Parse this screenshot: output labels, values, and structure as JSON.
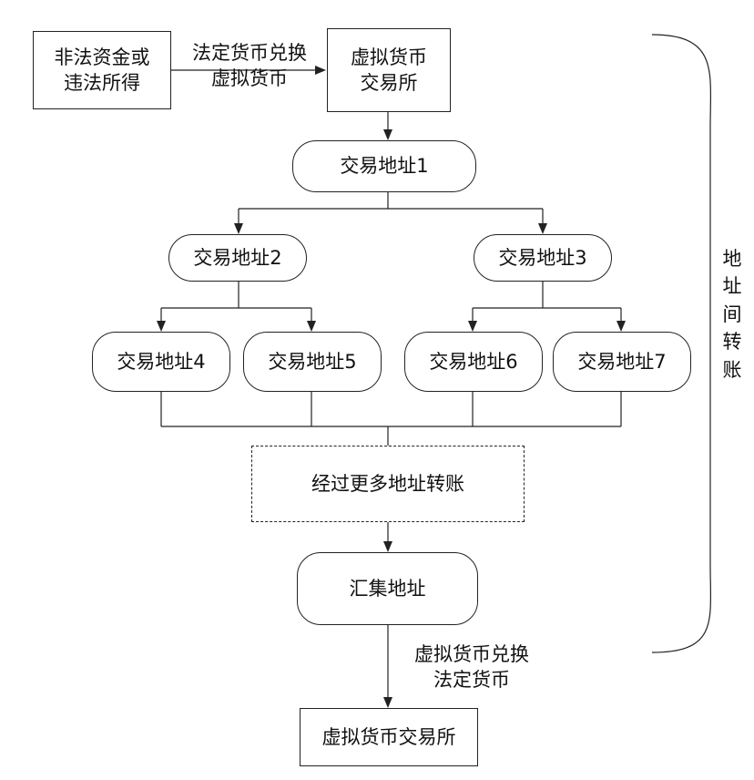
{
  "nodes": {
    "source": "非法资金或\n违法所得",
    "exchange_top": "虚拟货币\n交易所",
    "addr1": "交易地址1",
    "addr2": "交易地址2",
    "addr3": "交易地址3",
    "addr4": "交易地址4",
    "addr5": "交易地址5",
    "addr6": "交易地址6",
    "addr7": "交易地址7",
    "more_transfers": "经过更多地址转账",
    "collect": "汇集地址",
    "exchange_bottom": "虚拟货币交易所"
  },
  "edge_labels": {
    "fiat_to_crypto": "法定货币兑换\n虚拟货币",
    "crypto_to_fiat": "虚拟货币兑换\n法定货币"
  },
  "bracket_label": "地址间转账"
}
